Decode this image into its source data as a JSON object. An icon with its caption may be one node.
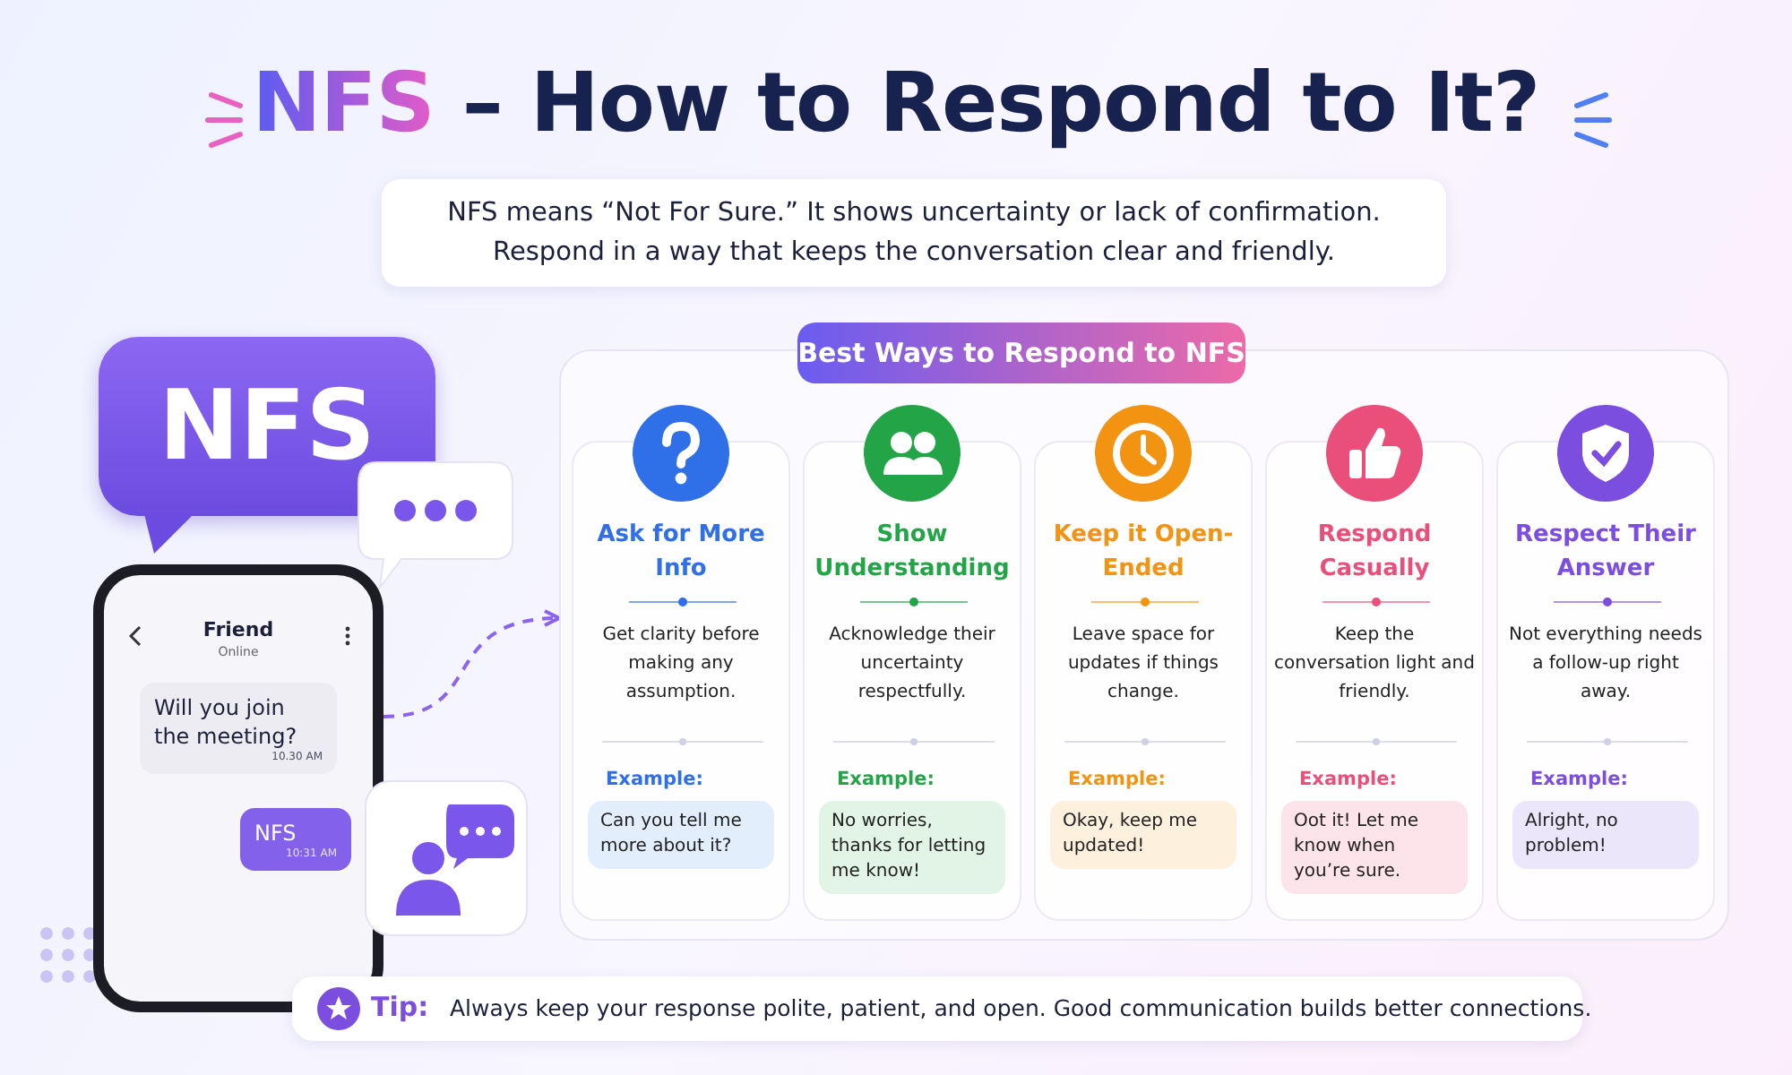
{
  "diagram": {
    "title": "NFS – How to Respond to It?",
    "nodes": [
      {
        "text": [
          "NFS means “Not For Sure.” It shows uncertainty or lack of confirmation. Respond in a way that keeps the conversation clear and friendly."
        ]
      },
      {
        "text": [
          "NFS"
        ]
      },
      {
        "text": [
          "Friend",
          "Online"
        ]
      },
      {
        "text": [
          "Will you join the meeting?",
          "10.30 AM"
        ],
        "in": 2
      },
      {
        "text": [
          "NFS",
          "10:31 AM"
        ],
        "in": 2
      },
      {
        "text": [
          "Best Ways to Respond to NFS"
        ]
      },
      {
        "text": [
          "Ask for More Info",
          "Get clarity before making any assumption.",
          "Example:"
        ],
        "in": 5
      },
      {
        "text": [
          "Can you tell me more about it?"
        ],
        "in": 6
      },
      {
        "text": [
          "Show Understanding",
          "Acknowledge their uncertainty respectfully.",
          "Example:"
        ],
        "in": 5
      },
      {
        "text": [
          "No worries, thanks for letting me know!"
        ],
        "in": 8
      },
      {
        "text": [
          "Keep it Open-Ended",
          "Leave space for updates if things change.",
          "Example:"
        ],
        "in": 5
      },
      {
        "text": [
          "Okay, keep me updated!"
        ],
        "in": 10
      },
      {
        "text": [
          "Respond Casually",
          "Keep the conversation light and friendly.",
          "Example:"
        ],
        "in": 5
      },
      {
        "text": [
          "Oot it! Let me know when you’re sure."
        ],
        "in": 12
      },
      {
        "text": [
          "Respect Their Answer",
          "Not everything needs a follow-up right away.",
          "Example:"
        ],
        "in": 5
      },
      {
        "text": [
          "Alright, no problem!"
        ],
        "in": 14
      },
      {
        "text": [
          "Tip:",
          "Always keep your response polite, patient, and open. Good communication builds better connections."
        ]
      }
    ],
    "edges": [
      {
        "from": 2,
        "to": 5,
        "arrow": "to",
        "style": "dashed"
      }
    ]
  }
}
